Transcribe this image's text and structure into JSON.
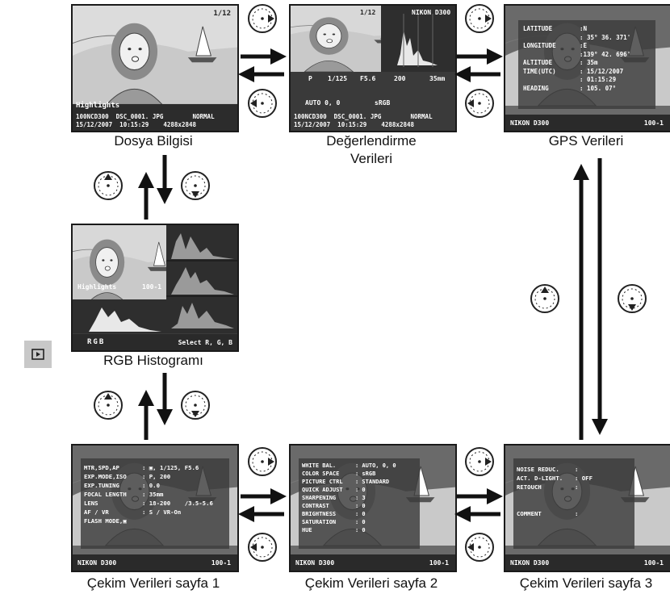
{
  "captions": {
    "file_info": "Dosya Bilgisi",
    "rating_data_1": "Değerlendirme",
    "rating_data_2": "Verileri",
    "gps": "GPS Verileri",
    "rgb": "RGB Histogramı",
    "shoot1": "Çekim Verileri sayfa 1",
    "shoot2": "Çekim Verileri sayfa 2",
    "shoot3": "Çekim Verileri sayfa 3"
  },
  "file_info": {
    "frame": "1/12",
    "highlights": "Highlights",
    "line1": "100NCD300  DSC_0001. JPG        NORMAL",
    "line2": "15/12/2007  10:15:29    4288x2848"
  },
  "rating": {
    "frame": "1/12",
    "camera": "NIKON D300",
    "mode": "P",
    "shutter": "1/125",
    "aperture": "F5.6",
    "iso": "200",
    "focal": "35mm",
    "wb": "AUTO  0, 0",
    "color": "sRGB",
    "line1": "100NCD300  DSC_0001. JPG        NORMAL",
    "line2": "15/12/2007  10:15:29    4288x2848"
  },
  "gps": {
    "rows": [
      [
        "LATITUDE",
        ":N"
      ],
      [
        "",
        ": 35° 36. 371'"
      ],
      [
        "LONGITUDE",
        ":E"
      ],
      [
        "",
        ":139° 42. 696'"
      ],
      [
        "ALTITUDE",
        ": 35m"
      ],
      [
        "TIME(UTC)",
        ": 15/12/2007"
      ],
      [
        "",
        ": 01:15:29"
      ],
      [
        "HEADING",
        ": 105. 07°"
      ]
    ],
    "camera": "NIKON D300",
    "frame": "100-1"
  },
  "rgb": {
    "highlights": "Highlights",
    "frame": "100-1",
    "channels": "RGB",
    "select": "Select R, G, B"
  },
  "shoot1": {
    "rows": [
      [
        "MTR,SPD,AP",
        ": ▣, 1/125, F5.6"
      ],
      [
        "EXP.MODE,ISO",
        ": P, 200"
      ],
      [
        "EXP.TUNING",
        ": 0.0"
      ],
      [
        "FOCAL LENGTH",
        ": 35mm"
      ],
      [
        "LENS",
        ": 18-200    /3.5-5.6"
      ],
      [
        "AF / VR",
        ": S / VR-On"
      ],
      [
        "FLASH MODE,▣",
        ""
      ]
    ],
    "camera": "NIKON D300",
    "frame": "100-1"
  },
  "shoot2": {
    "rows": [
      [
        "WHITE BAL.",
        ": AUTO, 0, 0"
      ],
      [
        "COLOR SPACE",
        ": sRGB"
      ],
      [
        "PICTURE CTRL",
        ": STANDARD"
      ],
      [
        "QUICK ADJUST",
        ": 0"
      ],
      [
        "SHARPENING",
        ": 3"
      ],
      [
        "CONTRAST",
        ": 0"
      ],
      [
        "BRIGHTNESS",
        ": 0"
      ],
      [
        "SATURATION",
        ": 0"
      ],
      [
        "HUE",
        ": 0"
      ]
    ],
    "camera": "NIKON D300",
    "frame": "100-1"
  },
  "shoot3": {
    "rows": [
      [
        "NOISE REDUC.",
        ":"
      ],
      [
        "ACT. D-LIGHT.",
        ": OFF"
      ],
      [
        "RETOUCH",
        ":"
      ],
      [
        "",
        ""
      ],
      [
        "",
        ""
      ],
      [
        "COMMENT",
        ":"
      ]
    ],
    "camera": "NIKON D300",
    "frame": "100-1"
  },
  "colors": {
    "screen": "#3a3a3a",
    "lcd": "#d9d9d9",
    "ink": "#111111"
  },
  "icons": {
    "pad": "multi-selector-icon",
    "play": "playback-button-icon"
  }
}
